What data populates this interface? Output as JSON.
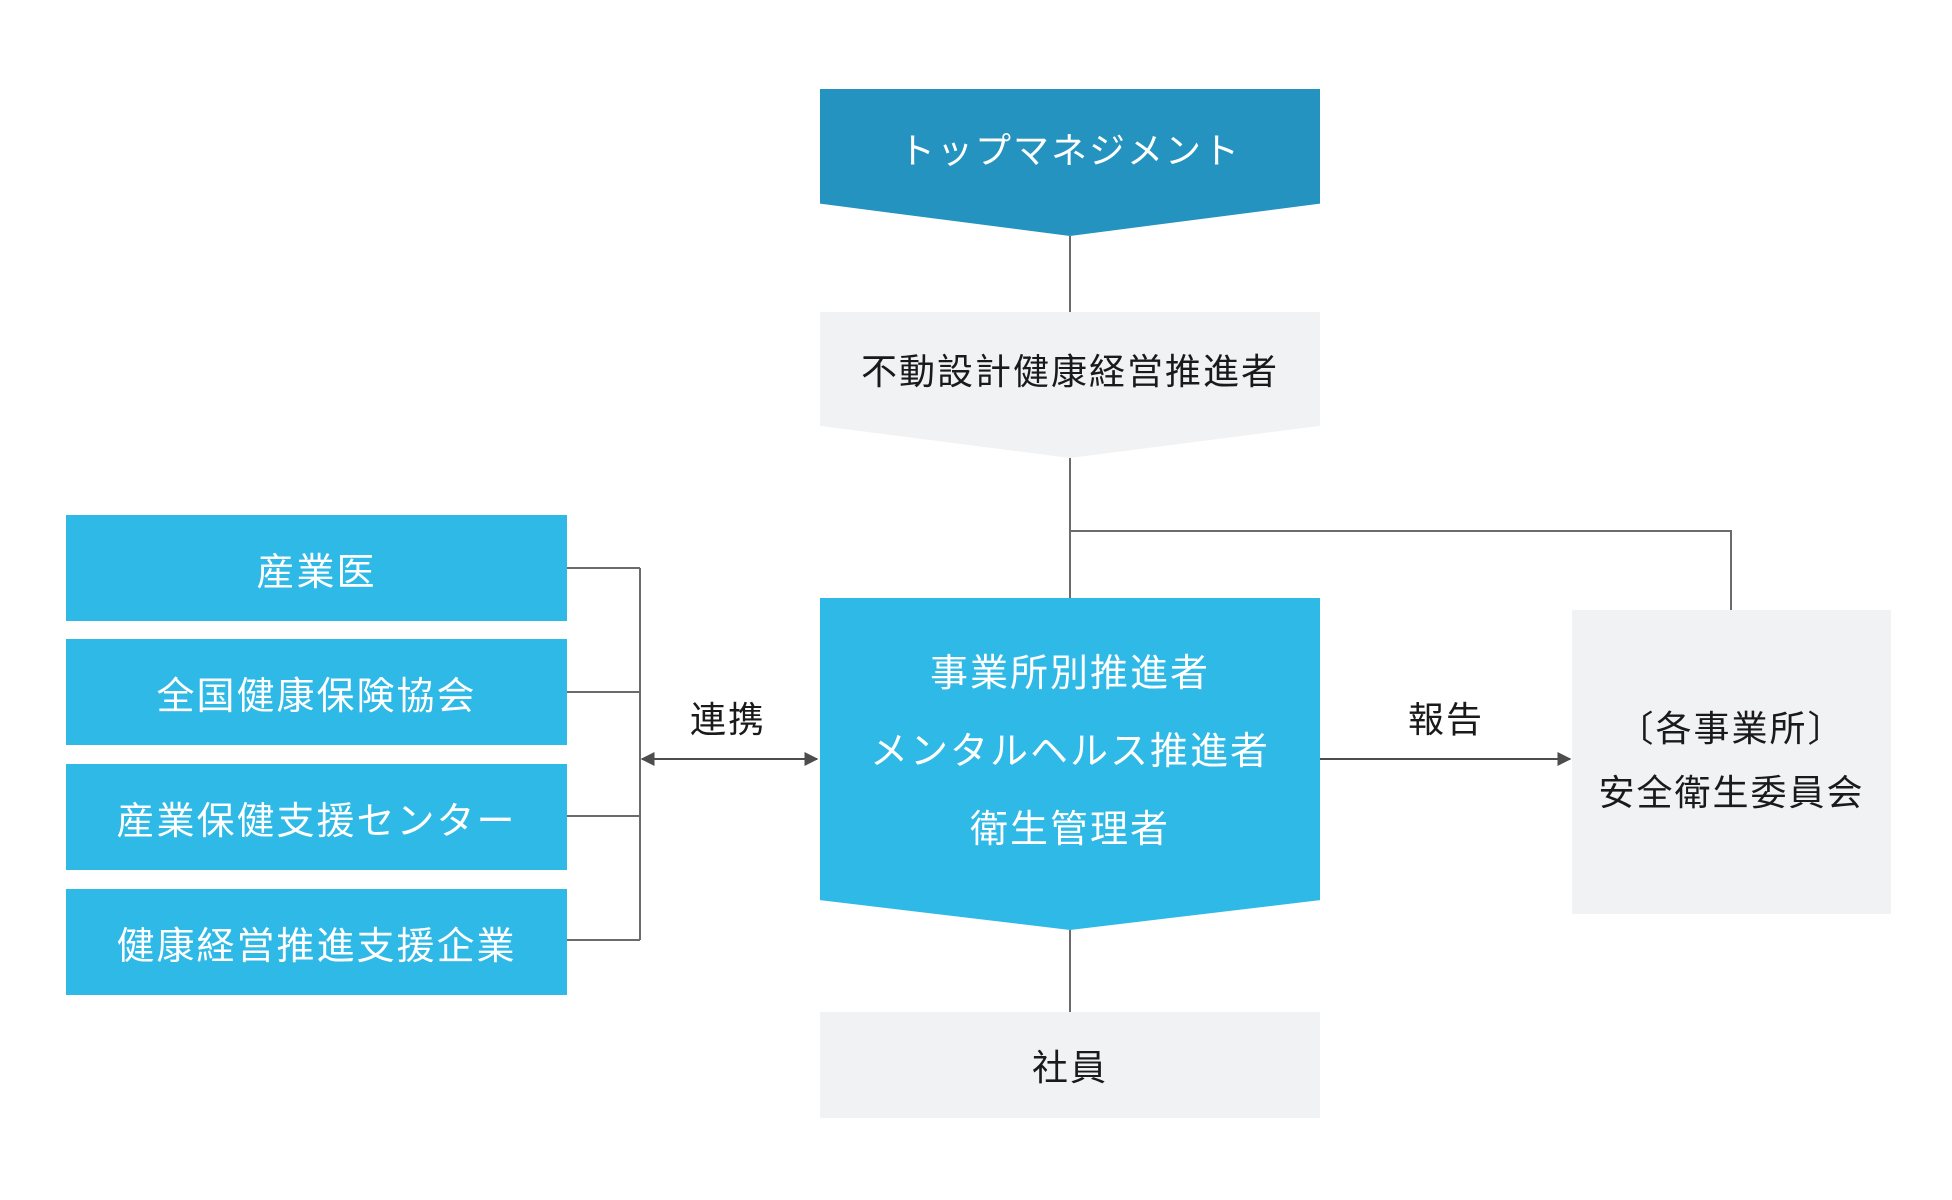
{
  "diagram": {
    "top_management": "トップマネジメント",
    "promoter": "不動設計健康経営推進者",
    "partners": [
      "産業医",
      "全国健康保険協会",
      "産業保健支援センター",
      "健康経営推進支援企業"
    ],
    "center_lines": [
      "事業所別推進者",
      "メンタルヘルス推進者",
      "衛生管理者"
    ],
    "committee_lines": [
      "〔各事業所〕",
      "安全衛生委員会"
    ],
    "employees": "社員",
    "link_label": "連携",
    "report_label": "報告"
  },
  "colors": {
    "dark_blue": "#2493bf",
    "blue": "#2fb9e6",
    "light_gray": "#f1f2f4",
    "line": "#6b6b6b"
  }
}
